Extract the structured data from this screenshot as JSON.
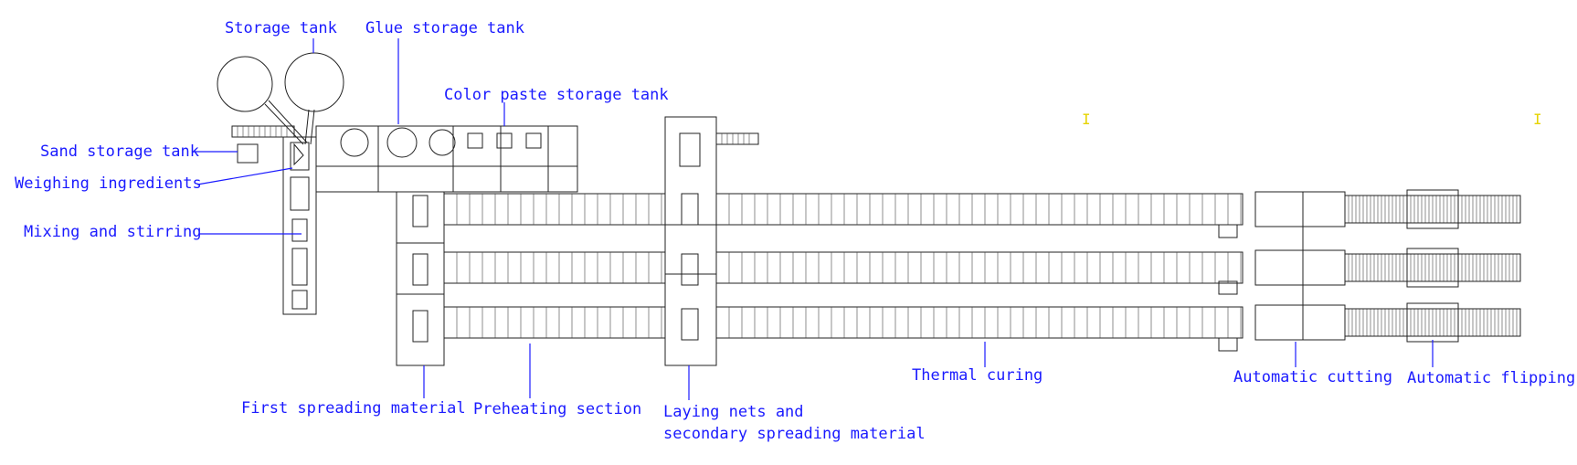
{
  "labels": {
    "storage_tank": "Storage tank",
    "glue_storage_tank": "Glue storage tank",
    "color_paste_storage_tank": "Color paste storage tank",
    "sand_storage_tank": "Sand storage tank",
    "weighing_ingredients": "Weighing ingredients",
    "mixing_and_stirring": "Mixing and stirring",
    "first_spreading_material": "First spreading material",
    "preheating_section": "Preheating section",
    "laying_nets_line1": "Laying nets and",
    "laying_nets_line2": "secondary spreading material",
    "thermal_curing": "Thermal curing",
    "automatic_cutting": "Automatic cutting",
    "automatic_flipping": "Automatic flipping"
  },
  "marks": {
    "mark1": "I",
    "mark2": "I"
  },
  "colors": {
    "label": "#1a1aff",
    "equipment": "#222222",
    "marker": "#e6d400"
  }
}
